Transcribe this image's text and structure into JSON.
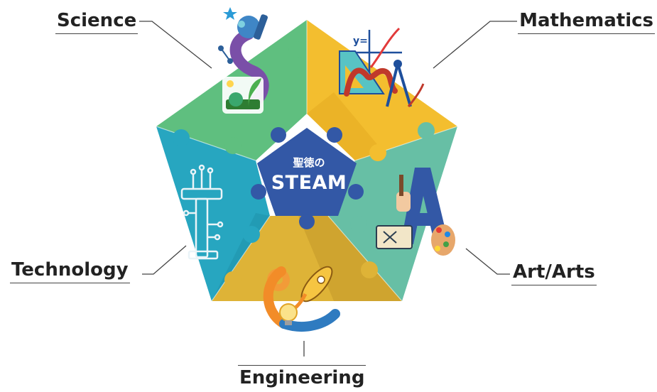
{
  "center": {
    "subtitle": "聖徳の",
    "title": "STEAM"
  },
  "labels": {
    "science": "Science",
    "mathematics": "Mathematics",
    "technology": "Technology",
    "arts": "Art/Arts",
    "engineering": "Engineering"
  },
  "illustrations": {
    "math_formula": "y="
  },
  "colors": {
    "science_green": "#5fbf7f",
    "math_yellow": "#f3be2f",
    "arts_teal": "#67bfa5",
    "technology_cyan": "#27a6c0",
    "engineering_gold": "#deb337",
    "center_blue": "#3358a6",
    "label_text": "#222222"
  },
  "icons": {
    "science": "science-collage-icon",
    "mathematics": "math-tools-icon",
    "technology": "circuit-letter-t-icon",
    "arts": "letter-a-palette-icon",
    "engineering": "rocket-gear-icon"
  }
}
